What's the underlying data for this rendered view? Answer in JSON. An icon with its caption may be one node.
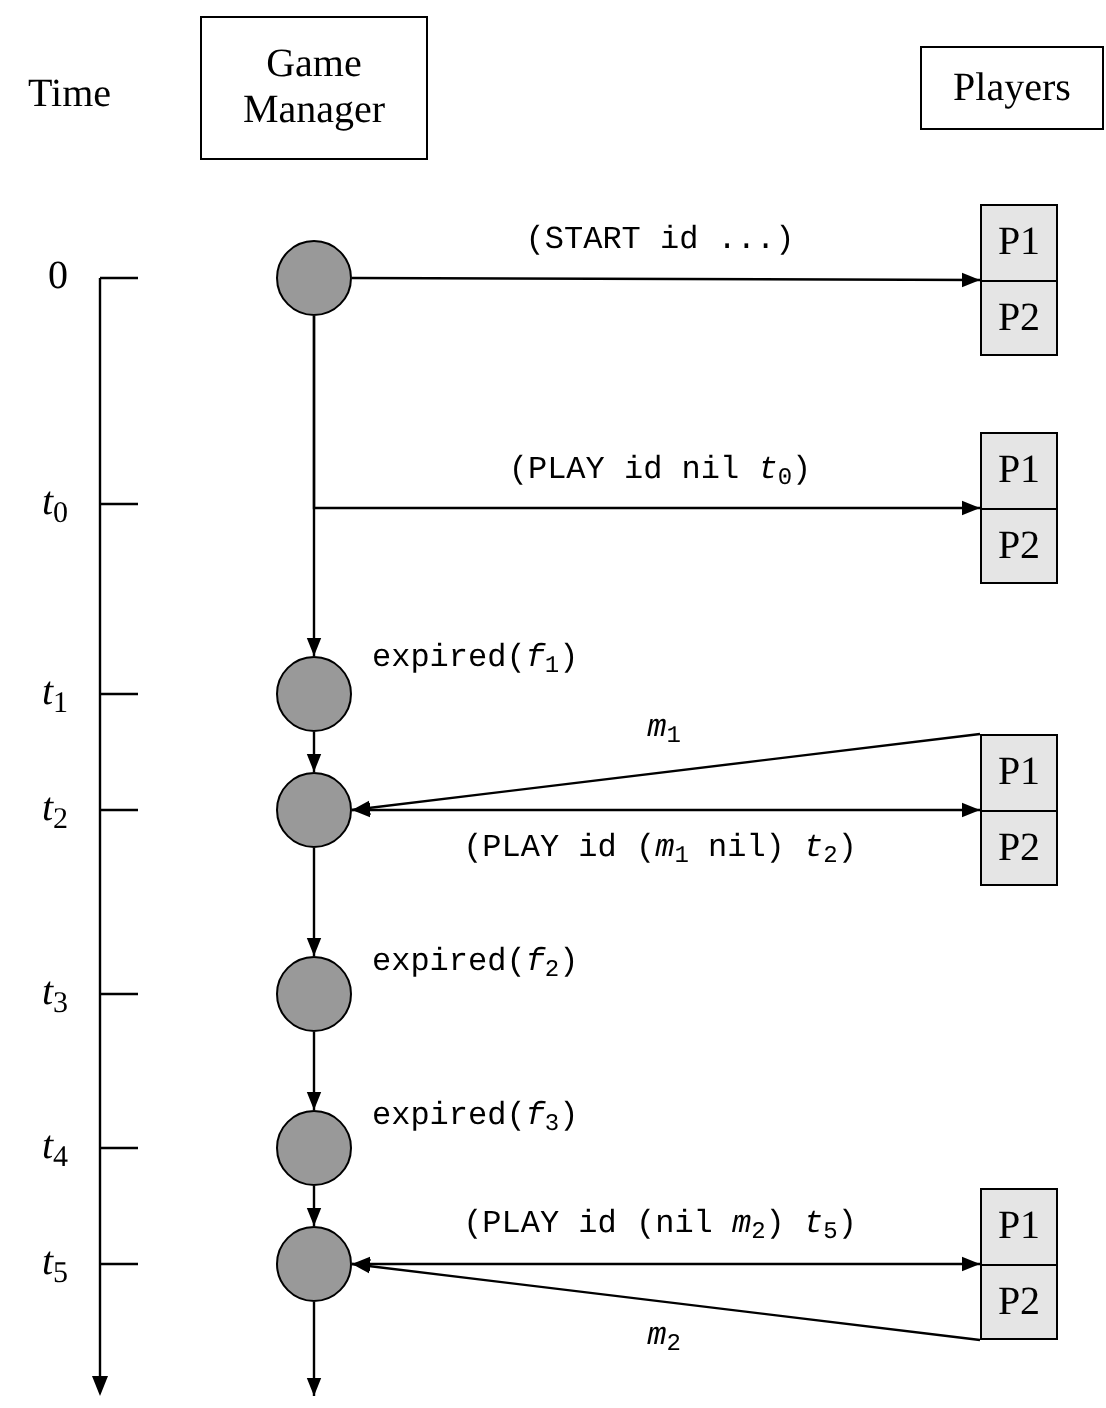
{
  "diagram": {
    "nodes": [
      {
        "text": [
          "Game Manager"
        ]
      },
      {
        "text": [
          "Players"
        ]
      },
      {
        "text": [],
        "shape": "circle"
      },
      {
        "text": [
          "P1",
          "P2"
        ]
      },
      {
        "text": [
          "P1",
          "P2"
        ]
      },
      {
        "text": [],
        "shape": "circle",
        "beside": [
          "expired(*f*$_{1}$)"
        ]
      },
      {
        "text": [],
        "shape": "circle"
      },
      {
        "text": [
          "P1",
          "P2"
        ]
      },
      {
        "text": [],
        "shape": "circle",
        "beside": [
          "expired(*f*$_{2}$)"
        ]
      },
      {
        "text": [],
        "shape": "circle",
        "beside": [
          "expired(*f*$_{3}$)"
        ]
      },
      {
        "text": [],
        "shape": "circle"
      },
      {
        "text": [
          "P1",
          "P2"
        ]
      }
    ],
    "edges": [
      {
        "from": 2,
        "to": 3,
        "arrow": "to",
        "label": "(START id ...)"
      },
      {
        "from": 2,
        "to": 5,
        "arrow": "to"
      },
      {
        "from": 2,
        "to": 4,
        "arrow": "to",
        "label": "(PLAY id nil *t*$_{0}$)"
      },
      {
        "from": 5,
        "to": 6,
        "arrow": "to"
      },
      {
        "from": 7,
        "to": 6,
        "arrow": "to",
        "label": "*m*$_{1}$"
      },
      {
        "from": 6,
        "to": 7,
        "arrow": "both",
        "label": "(PLAY id (*m*$_{1}$ nil) *t*$_{2}$)"
      },
      {
        "from": 6,
        "to": 8,
        "arrow": "to"
      },
      {
        "from": 8,
        "to": 9,
        "arrow": "to"
      },
      {
        "from": 9,
        "to": 10,
        "arrow": "to"
      },
      {
        "from": 10,
        "to": 11,
        "arrow": "both",
        "label": "(PLAY id (nil *m*$_{2}$) *t*$_{5}$)"
      },
      {
        "from": 11,
        "to": 10,
        "arrow": "to",
        "label": "*m*$_{2}$"
      },
      {
        "from": 10,
        "to": null,
        "arrow": "to"
      }
    ],
    "labels": [
      "Time",
      "0",
      "*t*$_{0}$",
      "*t*$_{1}$",
      "*t*$_{2}$",
      "*t*$_{3}$",
      "*t*$_{4}$",
      "*t*$_{5}$"
    ]
  }
}
